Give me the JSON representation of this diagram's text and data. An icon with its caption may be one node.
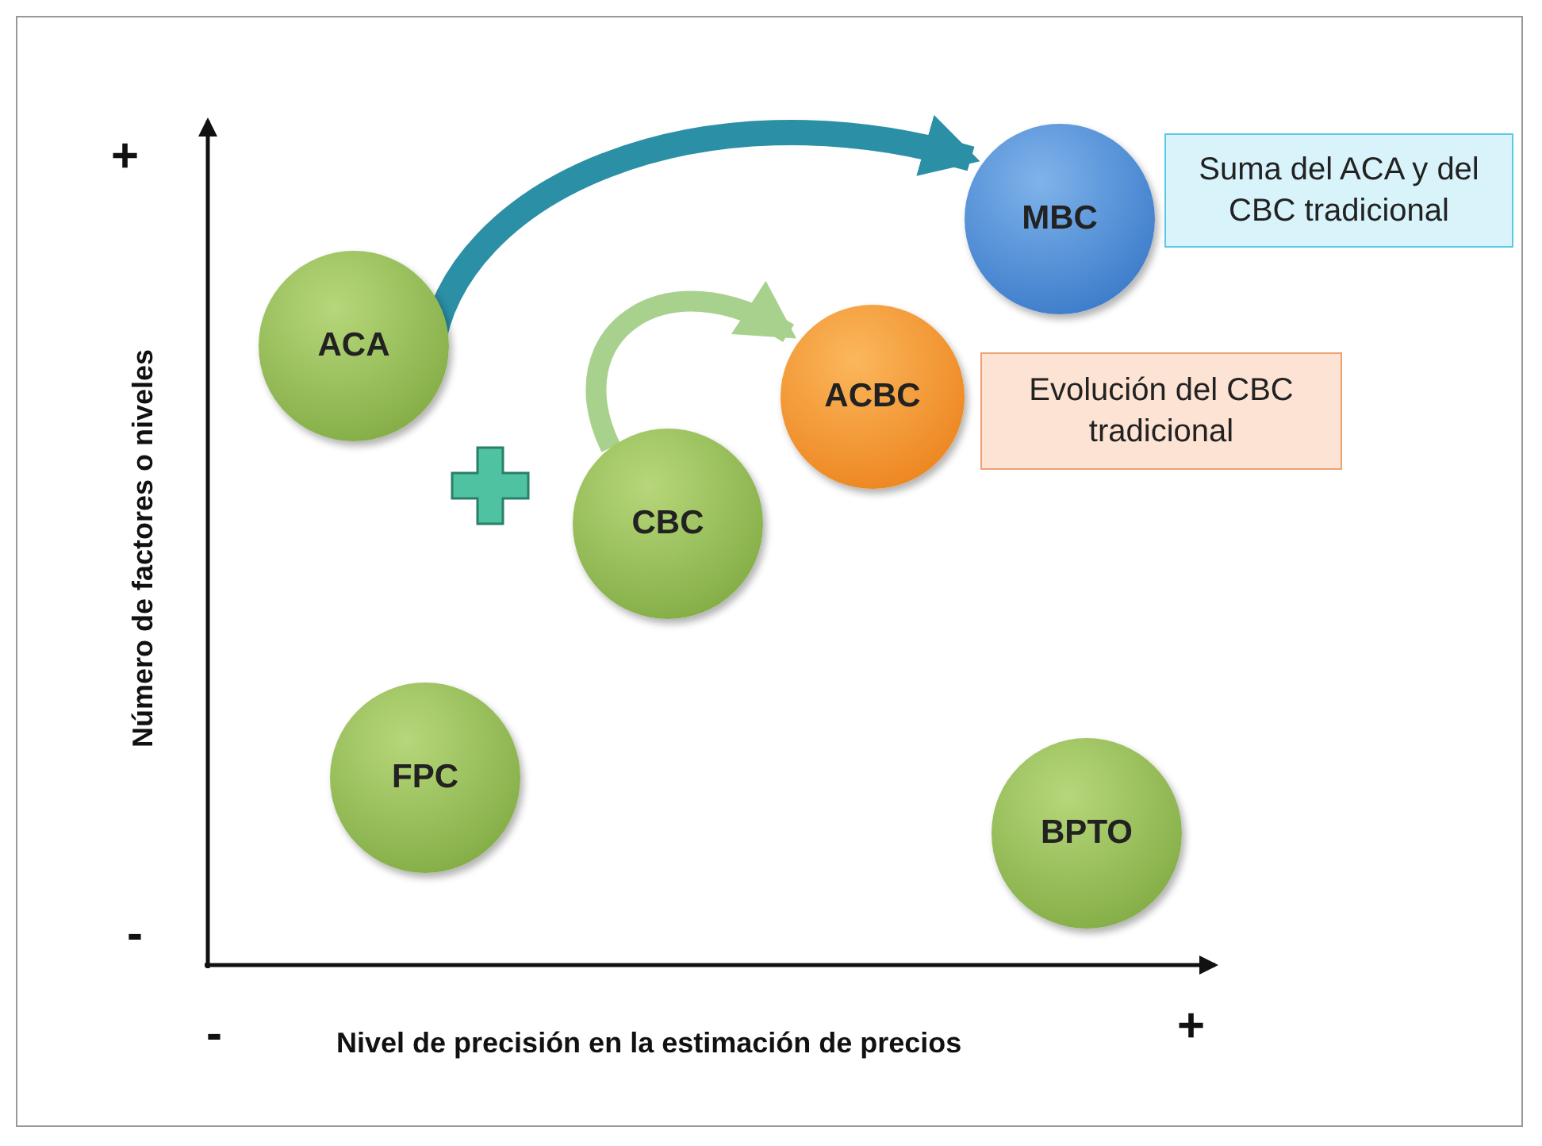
{
  "diagram": {
    "nodes": [
      {
        "text": [
          "MBC"
        ]
      },
      {
        "text": [
          "Suma del ACA y del CBC tradicional"
        ]
      },
      {
        "text": [
          "ACA"
        ]
      },
      {
        "text": [
          "ACBC"
        ]
      },
      {
        "text": [
          "Evolución del CBC tradicional"
        ]
      },
      {
        "text": [
          "CBC"
        ]
      },
      {
        "text": [
          "FPC"
        ]
      },
      {
        "text": [
          "BPTO"
        ]
      }
    ],
    "edges": [
      {
        "from": 2,
        "to": 0,
        "arrow": "to",
        "color": "#2b8fa6"
      },
      {
        "from": 5,
        "to": 3,
        "arrow": "to",
        "color": "#a9d18e"
      }
    ],
    "labels": [
      "+",
      "-",
      "Número de factores o niveles",
      "-",
      "Nivel de precisión en la estimación de precios",
      "+"
    ]
  }
}
